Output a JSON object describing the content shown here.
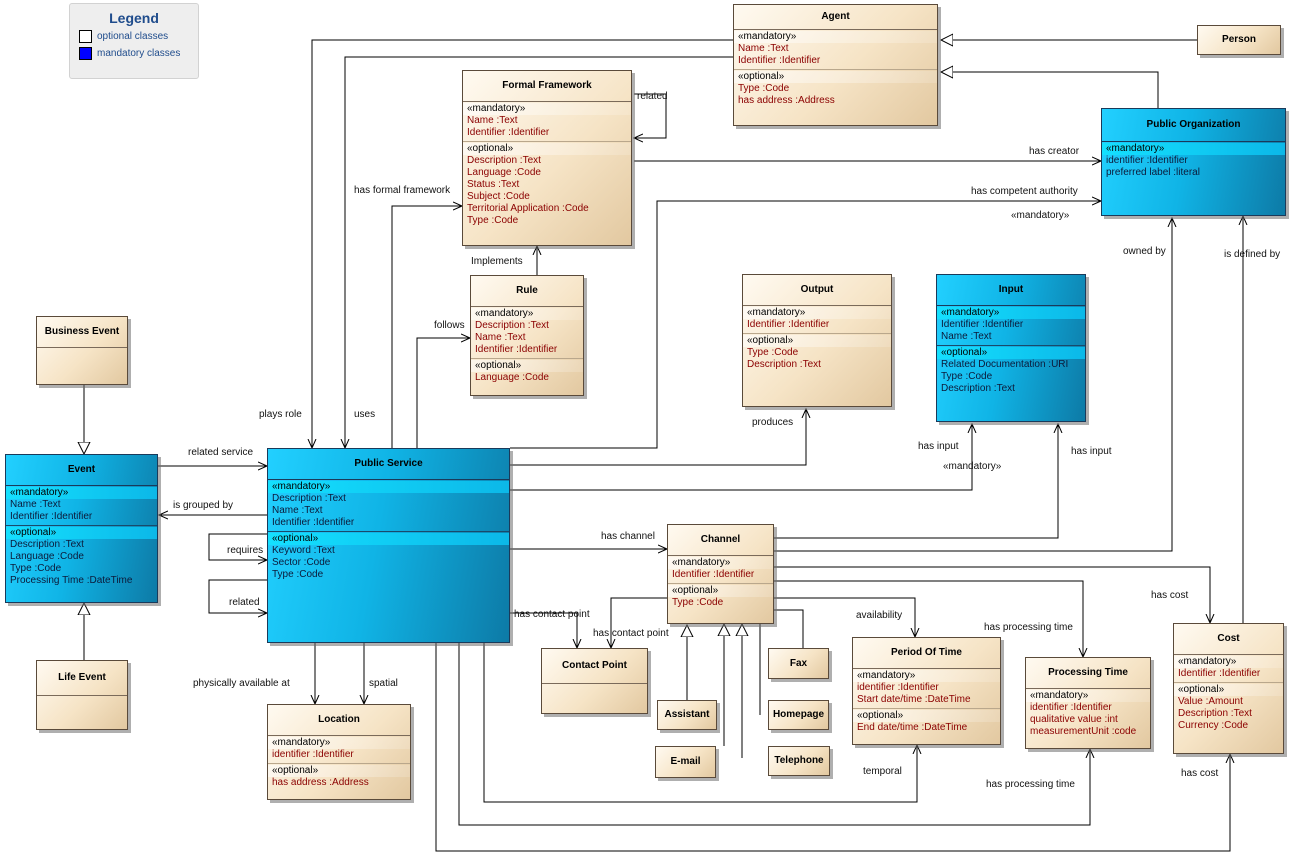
{
  "legend": {
    "title": "Legend",
    "optional_label": "optional classes",
    "mandatory_label": "mandatory classes",
    "optional_color": "#ffffff",
    "mandatory_color": "#0000ff"
  },
  "classes": {
    "agent": {
      "title": "Agent",
      "mand_st": "«mandatory»",
      "mand": [
        "Name  :Text",
        "Identifier  :Identifier"
      ],
      "opt_st": "«optional»",
      "opt": [
        "Type  :Code",
        "has address  :Address"
      ]
    },
    "person": {
      "title": "Person"
    },
    "formal_framework": {
      "title": "Formal Framework",
      "mand_st": "«mandatory»",
      "mand": [
        "Name  :Text",
        "Identifier  :Identifier"
      ],
      "opt_st": "«optional»",
      "opt": [
        "Description  :Text",
        "Language  :Code",
        "Status  :Text",
        "Subject  :Code",
        "Territorial Application  :Code",
        "Type  :Code"
      ]
    },
    "public_organization": {
      "title": "Public Organization",
      "mand_st": "«mandatory»",
      "mand": [
        "identifier  :Identifier",
        "preferred label  :literal"
      ]
    },
    "rule": {
      "title": "Rule",
      "mand_st": "«mandatory»",
      "mand": [
        "Description  :Text",
        "Name  :Text",
        "Identifier  :Identifier"
      ],
      "opt_st": "«optional»",
      "opt": [
        "Language  :Code"
      ]
    },
    "output": {
      "title": "Output",
      "mand_st": "«mandatory»",
      "mand": [
        "Identifier  :Identifier"
      ],
      "opt_st": "«optional»",
      "opt": [
        "Type  :Code",
        "Description  :Text"
      ]
    },
    "input": {
      "title": "Input",
      "mand_st": "«mandatory»",
      "mand": [
        "Identifier  :Identifier",
        "Name  :Text"
      ],
      "opt_st": "«optional»",
      "opt": [
        "Related Documentation  :URI",
        "Type  :Code",
        "Description  :Text"
      ]
    },
    "business_event": {
      "title": "Business Event"
    },
    "event": {
      "title": "Event",
      "mand_st": "«mandatory»",
      "mand": [
        "Name  :Text",
        "Identifier  :Identifier"
      ],
      "opt_st": "«optional»",
      "opt": [
        "Description  :Text",
        "Language  :Code",
        "Type  :Code",
        "Processing Time  :DateTime"
      ]
    },
    "public_service": {
      "title": "Public Service",
      "mand_st": "«mandatory»",
      "mand": [
        "Description  :Text",
        "Name  :Text",
        "Identifier  :Identifier"
      ],
      "opt_st": "«optional»",
      "opt": [
        "Keyword  :Text",
        "Sector  :Code",
        "Type  :Code"
      ]
    },
    "channel": {
      "title": "Channel",
      "mand_st": "«mandatory»",
      "mand": [
        "Identifier  :Identifier"
      ],
      "opt_st": "«optional»",
      "opt": [
        "Type  :Code"
      ]
    },
    "life_event": {
      "title": "Life Event"
    },
    "contact_point": {
      "title": "Contact Point"
    },
    "fax": {
      "title": "Fax"
    },
    "assistant": {
      "title": "Assistant"
    },
    "homepage": {
      "title": "Homepage"
    },
    "email": {
      "title": "E-mail"
    },
    "telephone": {
      "title": "Telephone"
    },
    "period_of_time": {
      "title": "Period Of Time",
      "mand_st": "«mandatory»",
      "mand": [
        "identifier  :Identifier",
        "Start date/time  :DateTime"
      ],
      "opt_st": "«optional»",
      "opt": [
        "End date/time  :DateTime"
      ]
    },
    "processing_time": {
      "title": "Processing Time",
      "mand_st": "«mandatory»",
      "mand": [
        "identifier  :Identifier",
        "qualitative value  :int",
        "measurementUnit  :code"
      ]
    },
    "cost": {
      "title": "Cost",
      "mand_st": "«mandatory»",
      "mand": [
        "Identifier  :Identifier"
      ],
      "opt_st": "«optional»",
      "opt": [
        "Value  :Amount",
        "Description  :Text",
        "Currency  :Code"
      ]
    },
    "location": {
      "title": "Location",
      "mand_st": "«mandatory»",
      "mand": [
        "identifier  :Identifier"
      ],
      "opt_st": "«optional»",
      "opt": [
        "has address  :Address"
      ]
    }
  },
  "relations": {
    "related_ff": "related",
    "has_creator": "has creator",
    "has_formal_framework": "has formal framework",
    "has_competent_authority": "has competent authority",
    "mandatory_1": "«mandatory»",
    "owned_by": "owned by",
    "is_defined_by": "is defined by",
    "implements": "Implements",
    "follows": "follows",
    "plays_role": "plays role",
    "uses": "uses",
    "produces": "produces",
    "has_input_1": "has input",
    "mandatory_2": "«mandatory»",
    "has_input_2": "has input",
    "related_service": "related service",
    "is_grouped_by": "is grouped by",
    "requires": "requires",
    "related_ps": "related",
    "has_channel": "has channel",
    "has_contact_point_1": "has contact point",
    "has_contact_point_2": "has contact point",
    "availability": "availability",
    "has_processing_time_1": "has processing time",
    "has_cost_1": "has cost",
    "physically_available_at": "physically available at",
    "spatial": "spatial",
    "temporal": "temporal",
    "has_processing_time_2": "has processing time",
    "has_cost_2": "has cost"
  }
}
